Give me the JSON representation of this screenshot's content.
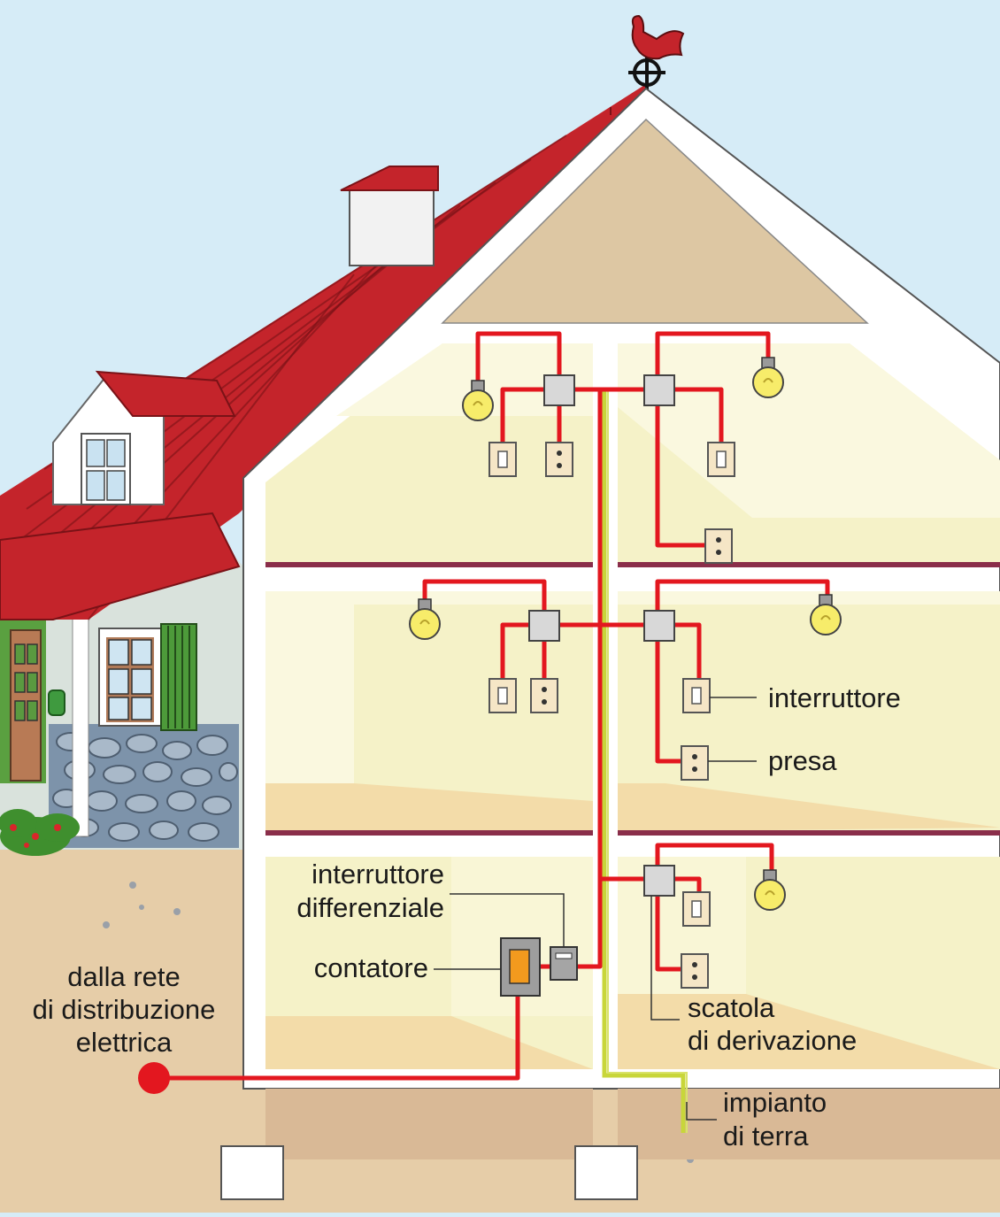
{
  "labels": {
    "interruttore": "interruttore",
    "presa": "presa",
    "interruttore_differenziale_1": "interruttore",
    "interruttore_differenziale_2": "differenziale",
    "contatore": "contatore",
    "rete_1": "dalla rete",
    "rete_2": "di distribuzione",
    "rete_3": "elettrica",
    "scatola_1": "scatola",
    "scatola_2": "di derivazione",
    "terra_1": "impianto",
    "terra_2": "di terra"
  },
  "colors": {
    "sky": "#d6ecf7",
    "wire": "#e3171f",
    "ground_wire": "#c8d63a",
    "roof": "#c4242b",
    "room": "#f5f2c8",
    "floor_band": "#8a2e4a",
    "soil": "#e3c9a3",
    "frame": "#ffffff",
    "meter_orange": "#f29a1e"
  }
}
